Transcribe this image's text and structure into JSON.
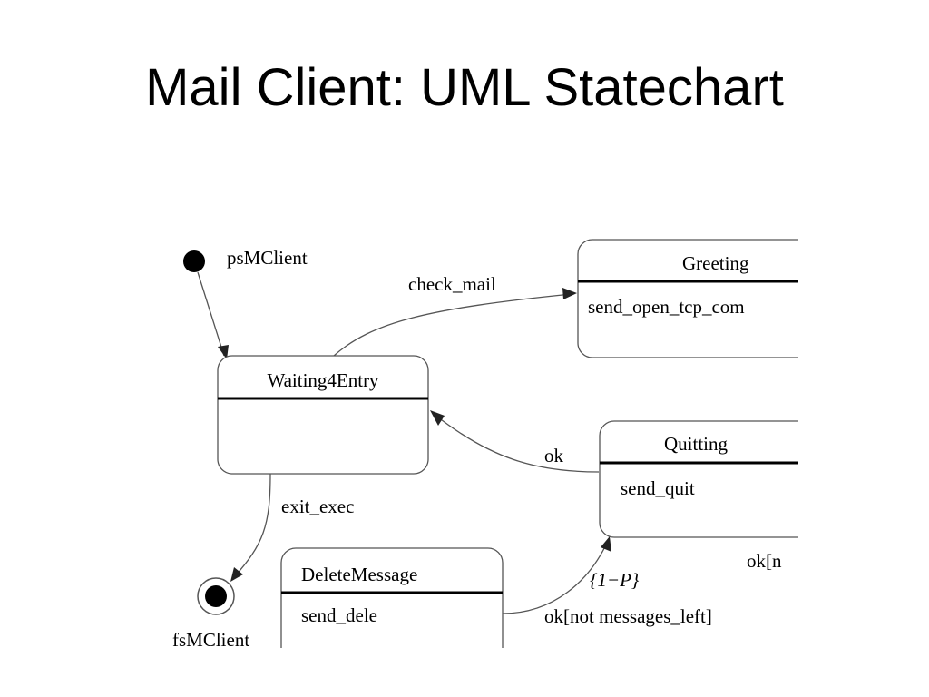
{
  "slide": {
    "title": "Mail Client: UML Statechart"
  },
  "diagram": {
    "initial_state_label": "psMClient",
    "final_state_label": "fsMClient",
    "states": {
      "greeting": {
        "name": "Greeting",
        "action": "send_open_tcp_com"
      },
      "waiting": {
        "name": "Waiting4Entry",
        "action": ""
      },
      "quitting": {
        "name": "Quitting",
        "action": "send_quit"
      },
      "delete": {
        "name": "DeleteMessage",
        "action": "send_dele"
      }
    },
    "transitions": {
      "check_mail": "check_mail",
      "ok": "ok",
      "exit_exec": "exit_exec",
      "ok_not_messages_left": "ok[not messages_left]",
      "ok_partial": "ok[n",
      "probability": "{1−P}"
    }
  }
}
